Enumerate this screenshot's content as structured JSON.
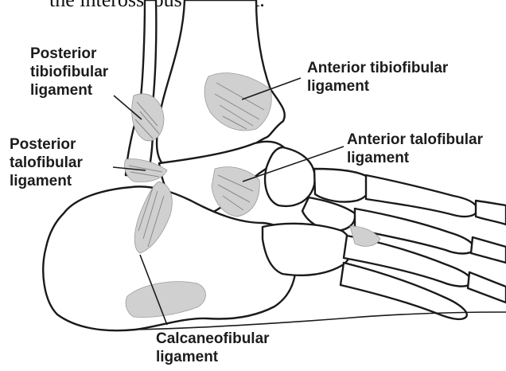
{
  "caption": "the interosseous ligament.",
  "labels": {
    "posterior_tibiofibular": [
      "Posterior",
      "tibiofibular",
      "ligament"
    ],
    "anterior_tibiofibular": [
      "Anterior tibiofibular",
      "ligament"
    ],
    "posterior_talofibular": [
      "Posterior",
      "talofibular",
      "ligament"
    ],
    "anterior_talofibular": [
      "Anterior talofibular",
      "ligament"
    ],
    "calcaneofibular": [
      "Calcaneofibular",
      "ligament"
    ]
  }
}
